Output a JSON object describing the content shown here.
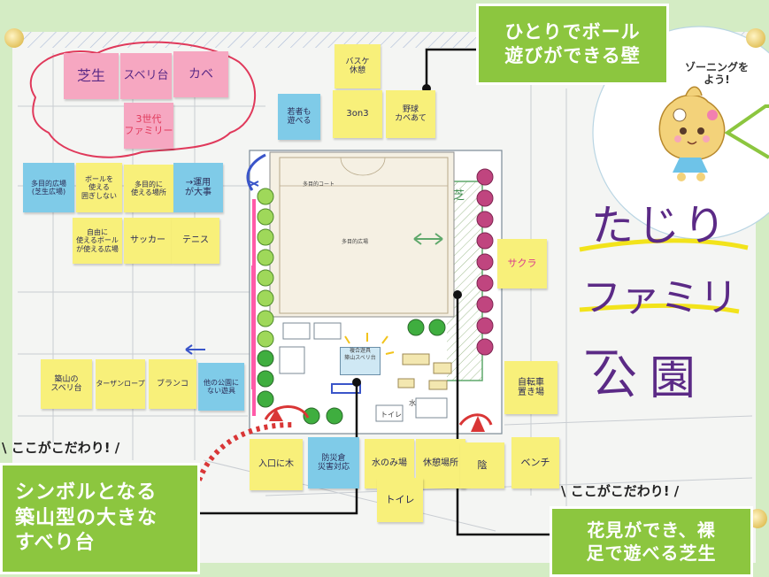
{
  "poster": {
    "title_vertical": [
      "たじり",
      "ファミリー",
      "公園"
    ],
    "circle_text": "ゾーニングを\nよう!"
  },
  "labels": {
    "top": "ひとりでボール\n遊びができる壁",
    "left": "シンボルとなる\n築山型の大きな\nすべり台",
    "right": "花見ができ、裸\n足で遊べる芝生"
  },
  "emphasis": {
    "left": "ここがこだわり!",
    "right": "ここがこだわり!"
  },
  "notes": {
    "pink_shibafu": "芝生",
    "pink_suberidai": "スベリ台",
    "pink_kabe": "カベ",
    "pink_sansedai": "3世代\nファミリー",
    "top_basuke": "バスケ\n休憩",
    "top_wakamono": "若者も\n遊べる",
    "top_3on3": "3on3",
    "top_kabeate": "野球\nカベあて",
    "left_tamokuteki1": "多目的広場\n(芝生広場)",
    "left_tsukaeru": "ボールを\n使える\n囲ぎしない",
    "left_tamokuteki2": "多目的に\n使える場所",
    "left_unei": "→運用\nが大事",
    "left_jiyuu": "自由に\n使えるボール\nが使える広場",
    "left_soccer": "サッカー",
    "left_tennis": "テニス",
    "bottom_tsukiyama": "築山の\nスベリ台",
    "bottom_rope": "ターザンロープ",
    "bottom_buranko": "ブランコ",
    "bottom_hoka": "他の公園に\nない遊具",
    "bottom_iriguchi": "入口に木",
    "bottom_bousai": "防災倉\n災害対応",
    "bottom_mizunomi": "水のみ場",
    "bottom_kyukei": "休憩場所",
    "bottom_kage": "陰",
    "bottom_bench": "ベンチ",
    "bottom_toilet": "トイレ",
    "right_sakura": "サクラ",
    "right_churin": "自転車\n置き場"
  },
  "map_text": {
    "court": "多目的広場",
    "court_top": "多目的コート",
    "shiba": "芝",
    "toilet": "トイレ",
    "mizu": "水",
    "fukugo": "複合遊具\n築山スベリ台"
  },
  "colors": {
    "label_green": "#8cc63f",
    "sticky_yellow": "#f8f07a",
    "sticky_pink": "#f6a7c1",
    "sticky_blue": "#7fcbe8",
    "marker_purple": "#5b2a86",
    "marker_pink": "#ff5aa8"
  }
}
